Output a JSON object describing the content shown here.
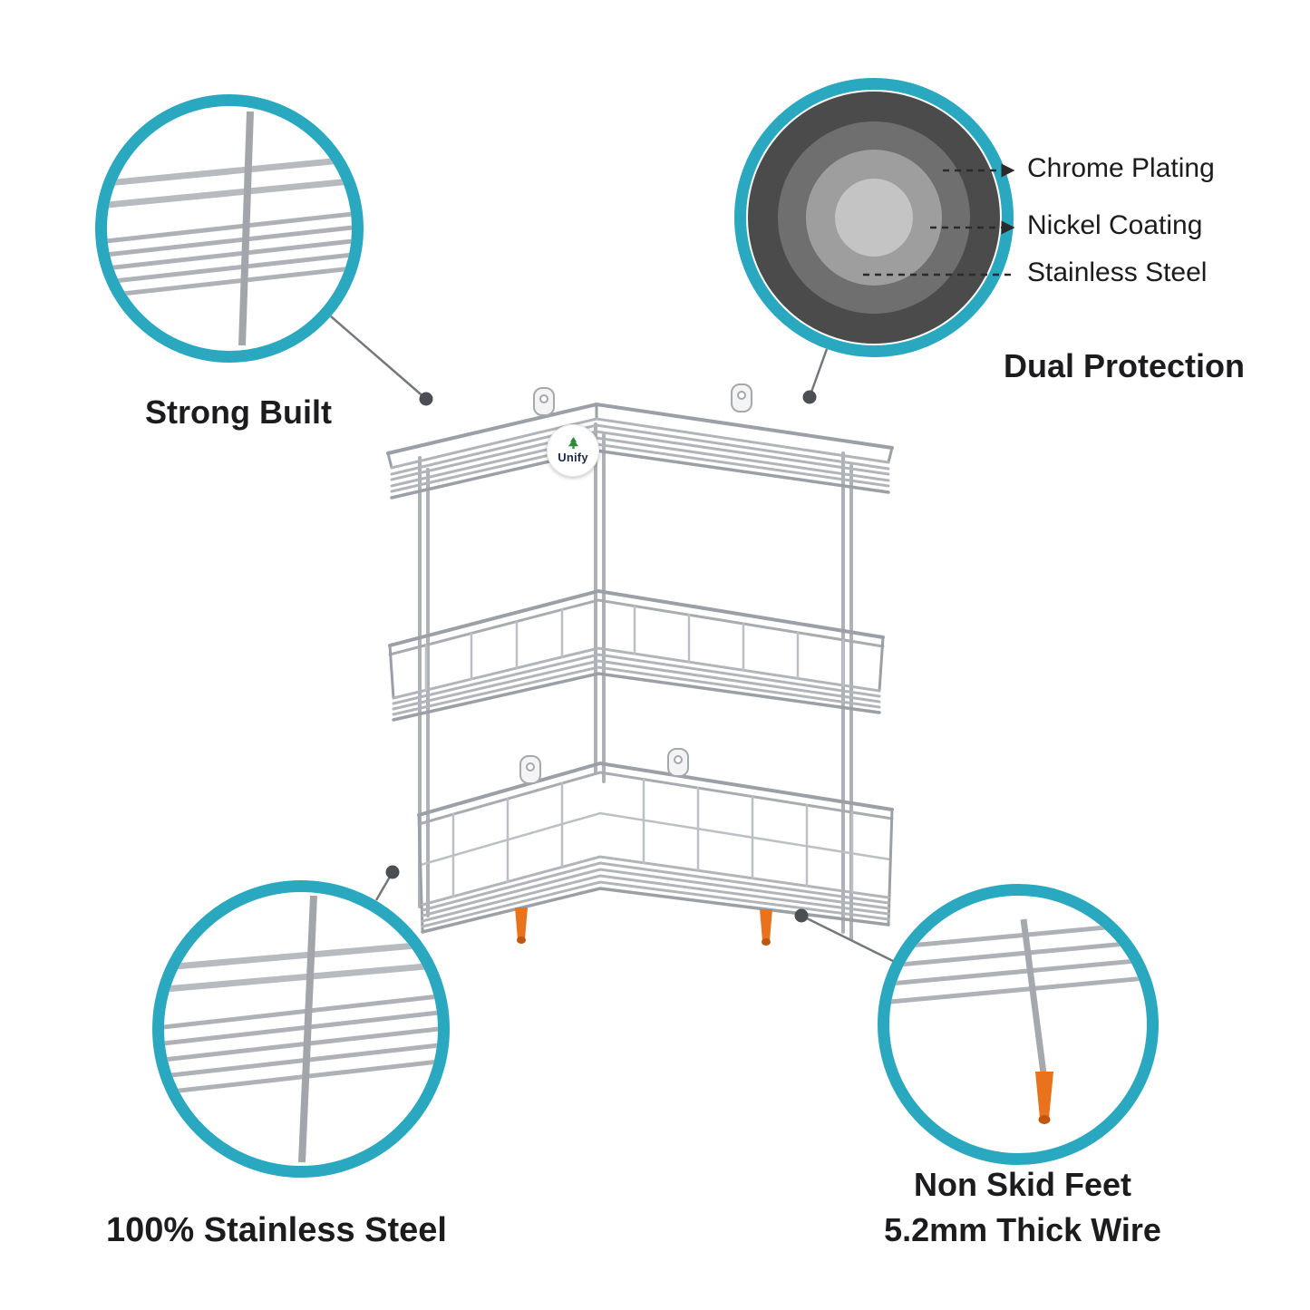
{
  "image_type": "product-feature-infographic",
  "product": {
    "brand": "Unify"
  },
  "colors": {
    "accent_teal": "#29A8C0",
    "wire_gray": "#ABAFB4",
    "foot_orange": "#E8731C",
    "text_dark": "#1C1C1E",
    "layer_chrome": "#4B4B4B",
    "layer_nickel": "#6F6F6F",
    "layer_steel": "#9E9E9E",
    "layer_core": "#C4C4C4"
  },
  "callouts": {
    "strong_built": {
      "label": "Strong Built"
    },
    "dual_protection": {
      "title": "Dual Protection",
      "layers": [
        {
          "label": "Chrome Plating"
        },
        {
          "label": "Nickel Coating"
        },
        {
          "label": "Stainless Steel"
        }
      ]
    },
    "stainless_steel": {
      "label": "100% Stainless Steel"
    },
    "non_skid": {
      "line1": "Non Skid Feet",
      "line2": "5.2mm Thick Wire"
    }
  }
}
